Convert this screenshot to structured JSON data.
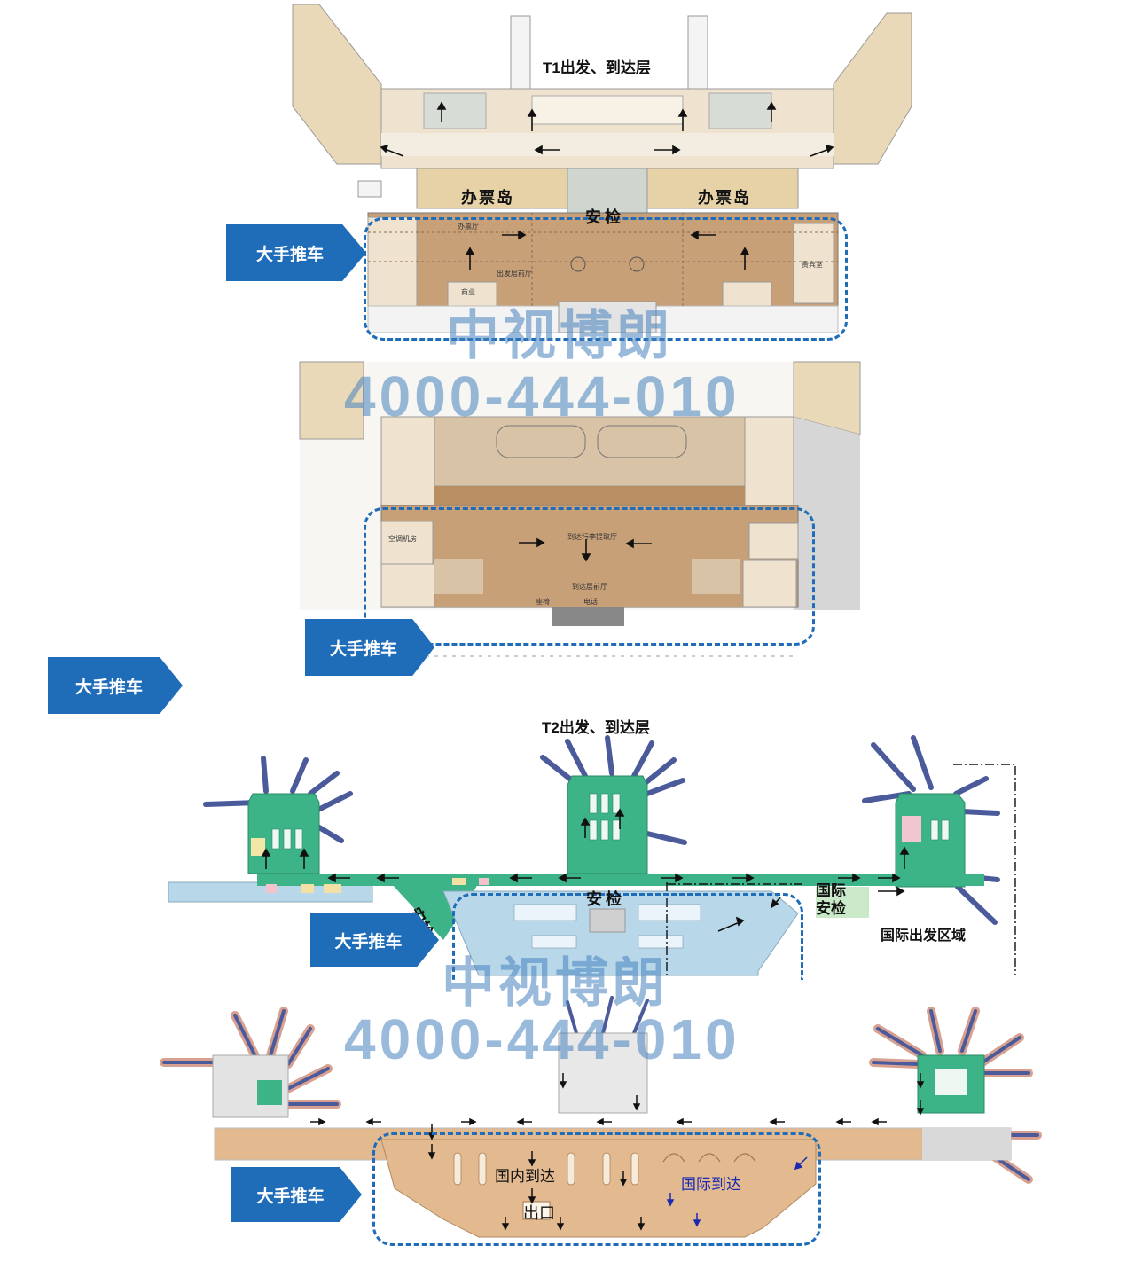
{
  "titles": {
    "t1": "T1出发、到达层",
    "t2": "T2出发、到达层"
  },
  "plan_labels": {
    "ticket_island_left": "办票岛",
    "ticket_island_right": "办票岛",
    "security_t1": "安检",
    "security_t2_center": "安检",
    "security_t2_side": "安检",
    "intl_security": "国际\n安检",
    "intl_departure_zone": "国际出发区域",
    "domestic_arrival": "国内到达",
    "intl_arrival": "国际到达",
    "exit": "出口",
    "vip_room": "贵宾室",
    "check_in_hall": "办票厅",
    "departure_hall": "出发层前厅",
    "baggage_claim": "到达行李提取厅",
    "arrival_hall": "到达层前厅",
    "ac_room": "空调机房",
    "telephone": "电话",
    "seats": "座椅",
    "commerce": "商业"
  },
  "tags": [
    {
      "label": "大手推车"
    },
    {
      "label": "大手推车"
    },
    {
      "label": "大手推车"
    },
    {
      "label": "大手推车"
    },
    {
      "label": "大手推车"
    }
  ],
  "watermark": {
    "name": "中视博朗",
    "phone": "4000-444-010"
  },
  "colors": {
    "tag_blue": "#1f6cb8",
    "hall_brown": "#c8a078",
    "plan_beige": "#efe3cf",
    "green_zone": "#3db388",
    "jet_bridge": "#4a5a9a",
    "arrival_area": "#e3b990",
    "light_blue": "#b8d8ea",
    "watermark": "#4682be"
  }
}
